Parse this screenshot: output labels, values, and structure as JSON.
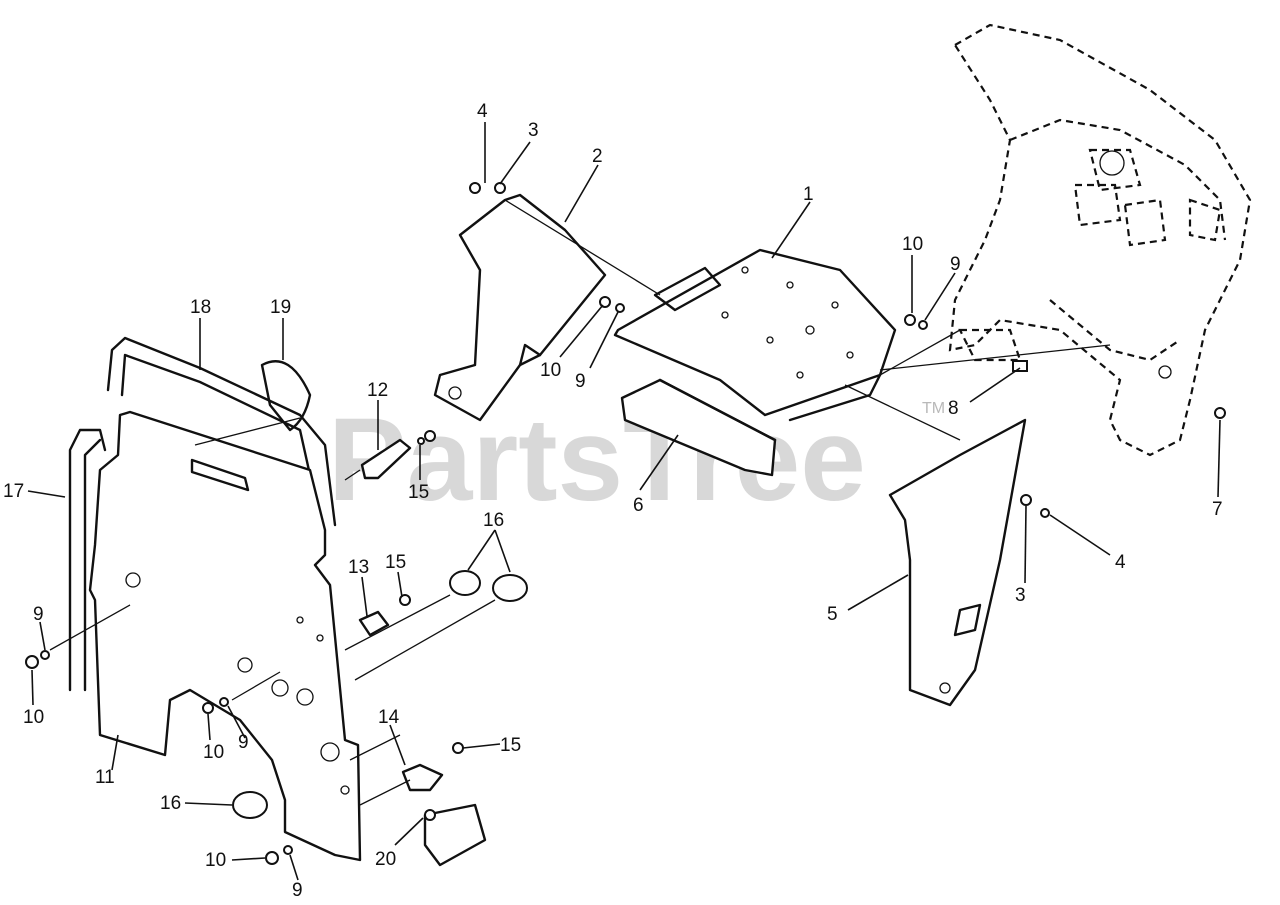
{
  "watermark": {
    "text": "PartsTree",
    "trademark": "TM"
  },
  "callouts": [
    {
      "id": "1",
      "label": "1"
    },
    {
      "id": "2",
      "label": "2"
    },
    {
      "id": "3a",
      "label": "3"
    },
    {
      "id": "3b",
      "label": "3"
    },
    {
      "id": "4a",
      "label": "4"
    },
    {
      "id": "4b",
      "label": "4"
    },
    {
      "id": "5",
      "label": "5"
    },
    {
      "id": "6",
      "label": "6"
    },
    {
      "id": "7",
      "label": "7"
    },
    {
      "id": "8",
      "label": "8"
    },
    {
      "id": "9a",
      "label": "9"
    },
    {
      "id": "9b",
      "label": "9"
    },
    {
      "id": "9c",
      "label": "9"
    },
    {
      "id": "9d",
      "label": "9"
    },
    {
      "id": "9e",
      "label": "9"
    },
    {
      "id": "10a",
      "label": "10"
    },
    {
      "id": "10b",
      "label": "10"
    },
    {
      "id": "10c",
      "label": "10"
    },
    {
      "id": "10d",
      "label": "10"
    },
    {
      "id": "10e",
      "label": "10"
    },
    {
      "id": "11",
      "label": "11"
    },
    {
      "id": "12",
      "label": "12"
    },
    {
      "id": "13",
      "label": "13"
    },
    {
      "id": "14",
      "label": "14"
    },
    {
      "id": "15a",
      "label": "15"
    },
    {
      "id": "15b",
      "label": "15"
    },
    {
      "id": "15c",
      "label": "15"
    },
    {
      "id": "16a",
      "label": "16"
    },
    {
      "id": "16b",
      "label": "16"
    },
    {
      "id": "17",
      "label": "17"
    },
    {
      "id": "18",
      "label": "18"
    },
    {
      "id": "19",
      "label": "19"
    },
    {
      "id": "20",
      "label": "20"
    }
  ]
}
